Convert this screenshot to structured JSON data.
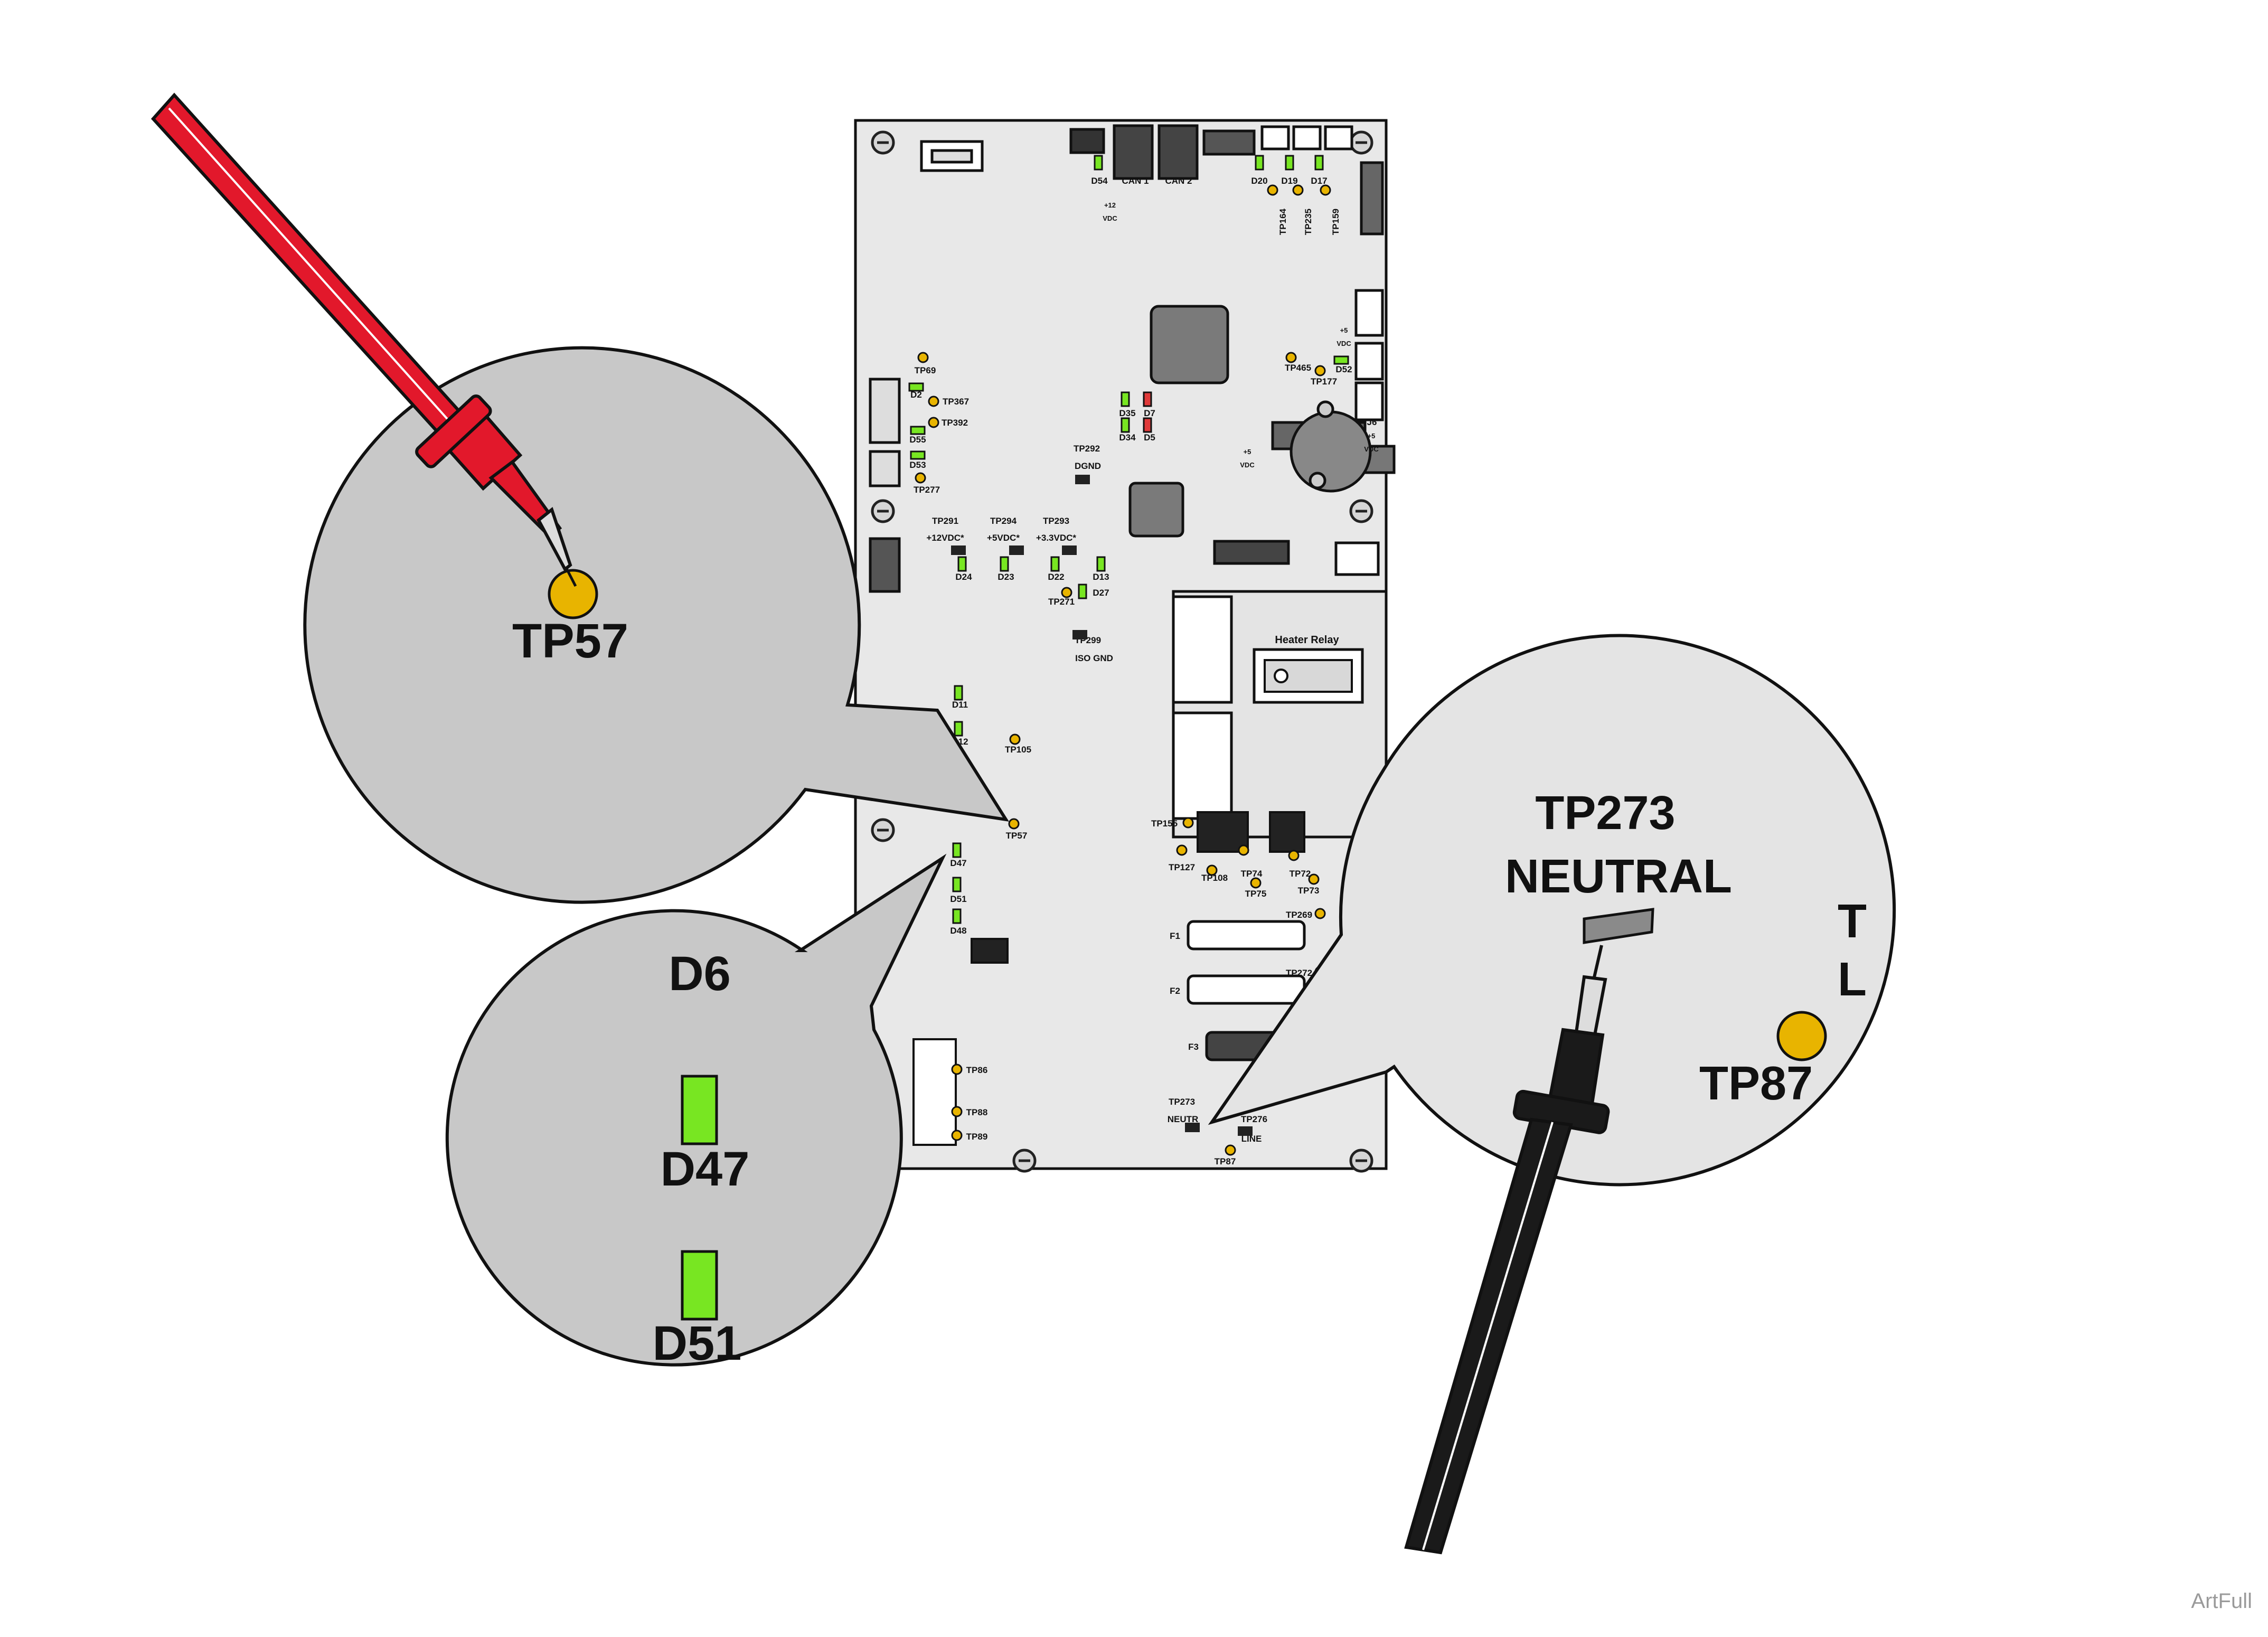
{
  "colors": {
    "board_fill": "#e8e8e8",
    "board_stroke": "#111111",
    "bubble_fill": "#c8c8c8",
    "bubble_fill_light": "#e4e4e4",
    "test_point": "#e8b400",
    "led_green": "#78e622",
    "led_red": "#e03a3a",
    "probe_red": "#e2182b",
    "probe_black": "#1a1a1a"
  },
  "board": {
    "header_leds": [
      "D54",
      "CAN 1",
      "CAN 2",
      "D20",
      "D19",
      "D17"
    ],
    "header_tps": [
      "TP164",
      "TP235",
      "TP159"
    ],
    "vdc12": [
      "+12",
      "VDC"
    ],
    "vdc5a": [
      "+5",
      "VDC"
    ],
    "vdc5b": [
      "+5",
      "VDC"
    ],
    "vdc5c": [
      "+5",
      "VDC"
    ],
    "left_items": [
      "TP69",
      "D2",
      "TP367",
      "TP392",
      "D55",
      "D53",
      "TP277"
    ],
    "center_leds": [
      "D35",
      "D7",
      "D34",
      "D5",
      "TP465",
      "D52",
      "TP177",
      "J6"
    ],
    "tp292": [
      "TP292",
      "DGND"
    ],
    "supply_rows": [
      [
        "TP291",
        "+12VDC*"
      ],
      [
        "TP294",
        "+5VDC*"
      ],
      [
        "TP293",
        "+3.3VDC*"
      ]
    ],
    "supply_leds": [
      "D24",
      "D23",
      "D22",
      "D13",
      "TP271",
      "D27"
    ],
    "iso": [
      "TP299",
      "ISO GND"
    ],
    "heater_relay": "Heater Relay",
    "mid_items": [
      "D11",
      "D12",
      "TP105",
      "TP57",
      "D47",
      "D51",
      "D48"
    ],
    "right_tps": [
      "TP155",
      "TP127",
      "TP108",
      "TP74",
      "TP75",
      "TP72",
      "TP73",
      "TP269",
      "TP272"
    ],
    "fuses": [
      "F1",
      "F2",
      "F3"
    ],
    "bottom_tps": [
      "TP86",
      "TP88",
      "TP89"
    ],
    "neutral": [
      "TP273",
      "NEUTR"
    ],
    "line": [
      "TP276",
      "LINE"
    ],
    "tp87": "TP87"
  },
  "callouts": {
    "tp57": "TP57",
    "d6": "D6",
    "d47": "D47",
    "d51": "D51",
    "tp273_line1": "TP273",
    "tp273_line2": "NEUTRAL",
    "partial_t": "T",
    "partial_l": "L",
    "partial_tp87": "TP87"
  },
  "watermark": "ArtFull"
}
